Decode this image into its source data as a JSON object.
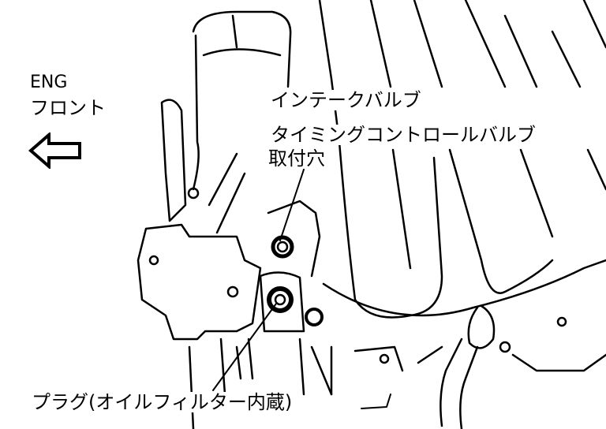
{
  "orientation": {
    "eng_label": "ENG",
    "front_label": "フロント",
    "arrow_icon": "left-arrow-icon"
  },
  "callouts": {
    "mounting_hole": {
      "line1": "インテークバルブ",
      "line2": "タイミングコントロールバルブ",
      "line3": "取付穴"
    },
    "plug": "プラグ(オイルフィルター内蔵)"
  }
}
